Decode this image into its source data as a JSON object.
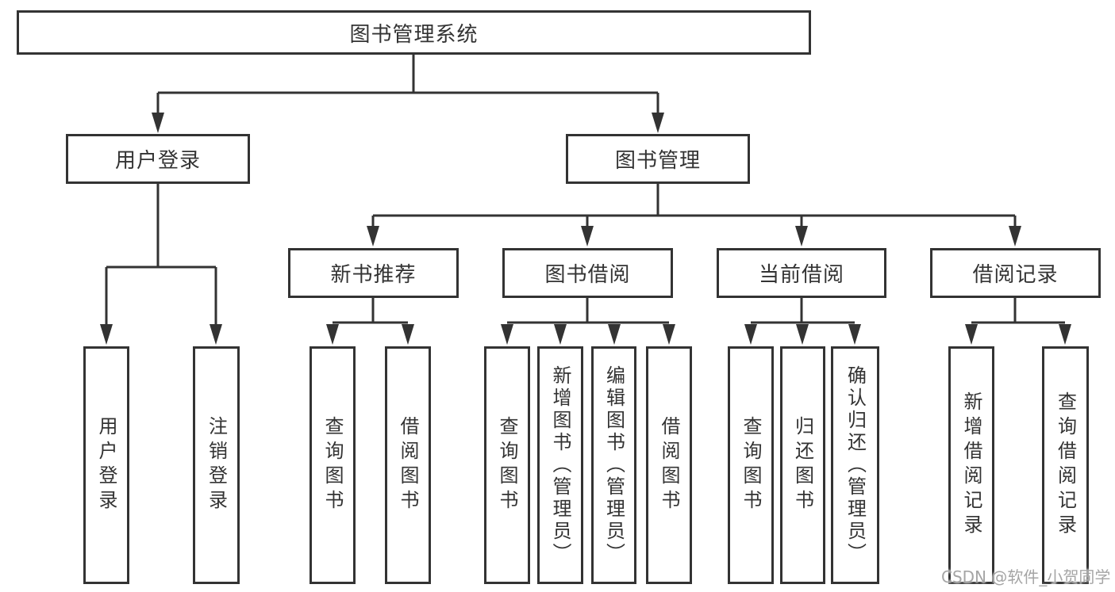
{
  "diagram": {
    "title": "图书管理系统",
    "colors": {
      "line": "#333333",
      "border": "#333333",
      "text": "#333333",
      "background": "#ffffff",
      "watermark": "#a0a0a0"
    },
    "nodes": {
      "root": {
        "label": "图书管理系统"
      },
      "user_login": {
        "label": "用户登录"
      },
      "book_management": {
        "label": "图书管理"
      },
      "new_book_recommend": {
        "label": "新书推荐"
      },
      "book_borrow": {
        "label": "图书借阅"
      },
      "current_borrow": {
        "label": "当前借阅"
      },
      "borrow_records": {
        "label": "借阅记录"
      },
      "leaf_user_login": {
        "label": "用户登录"
      },
      "leaf_logout": {
        "label": "注销登录"
      },
      "leaf_nb_query_books": {
        "label": "查询图书"
      },
      "leaf_nb_borrow_books": {
        "label": "借阅图书"
      },
      "leaf_bb_query_books": {
        "label": "查询图书"
      },
      "leaf_bb_add_books": {
        "label": "新增图书（管理员）"
      },
      "leaf_bb_edit_books": {
        "label": "编辑图书（管理员）"
      },
      "leaf_bb_borrow_books": {
        "label": "借阅图书"
      },
      "leaf_cb_query_books": {
        "label": "查询图书"
      },
      "leaf_cb_return_books": {
        "label": "归还图书"
      },
      "leaf_cb_confirm_return": {
        "label": "确认归还（管理员）"
      },
      "leaf_br_add_record": {
        "label": "新增借阅记录"
      },
      "leaf_br_query_record": {
        "label": "查询借阅记录"
      }
    },
    "watermark": "CSDN @软件_小贺同学"
  }
}
